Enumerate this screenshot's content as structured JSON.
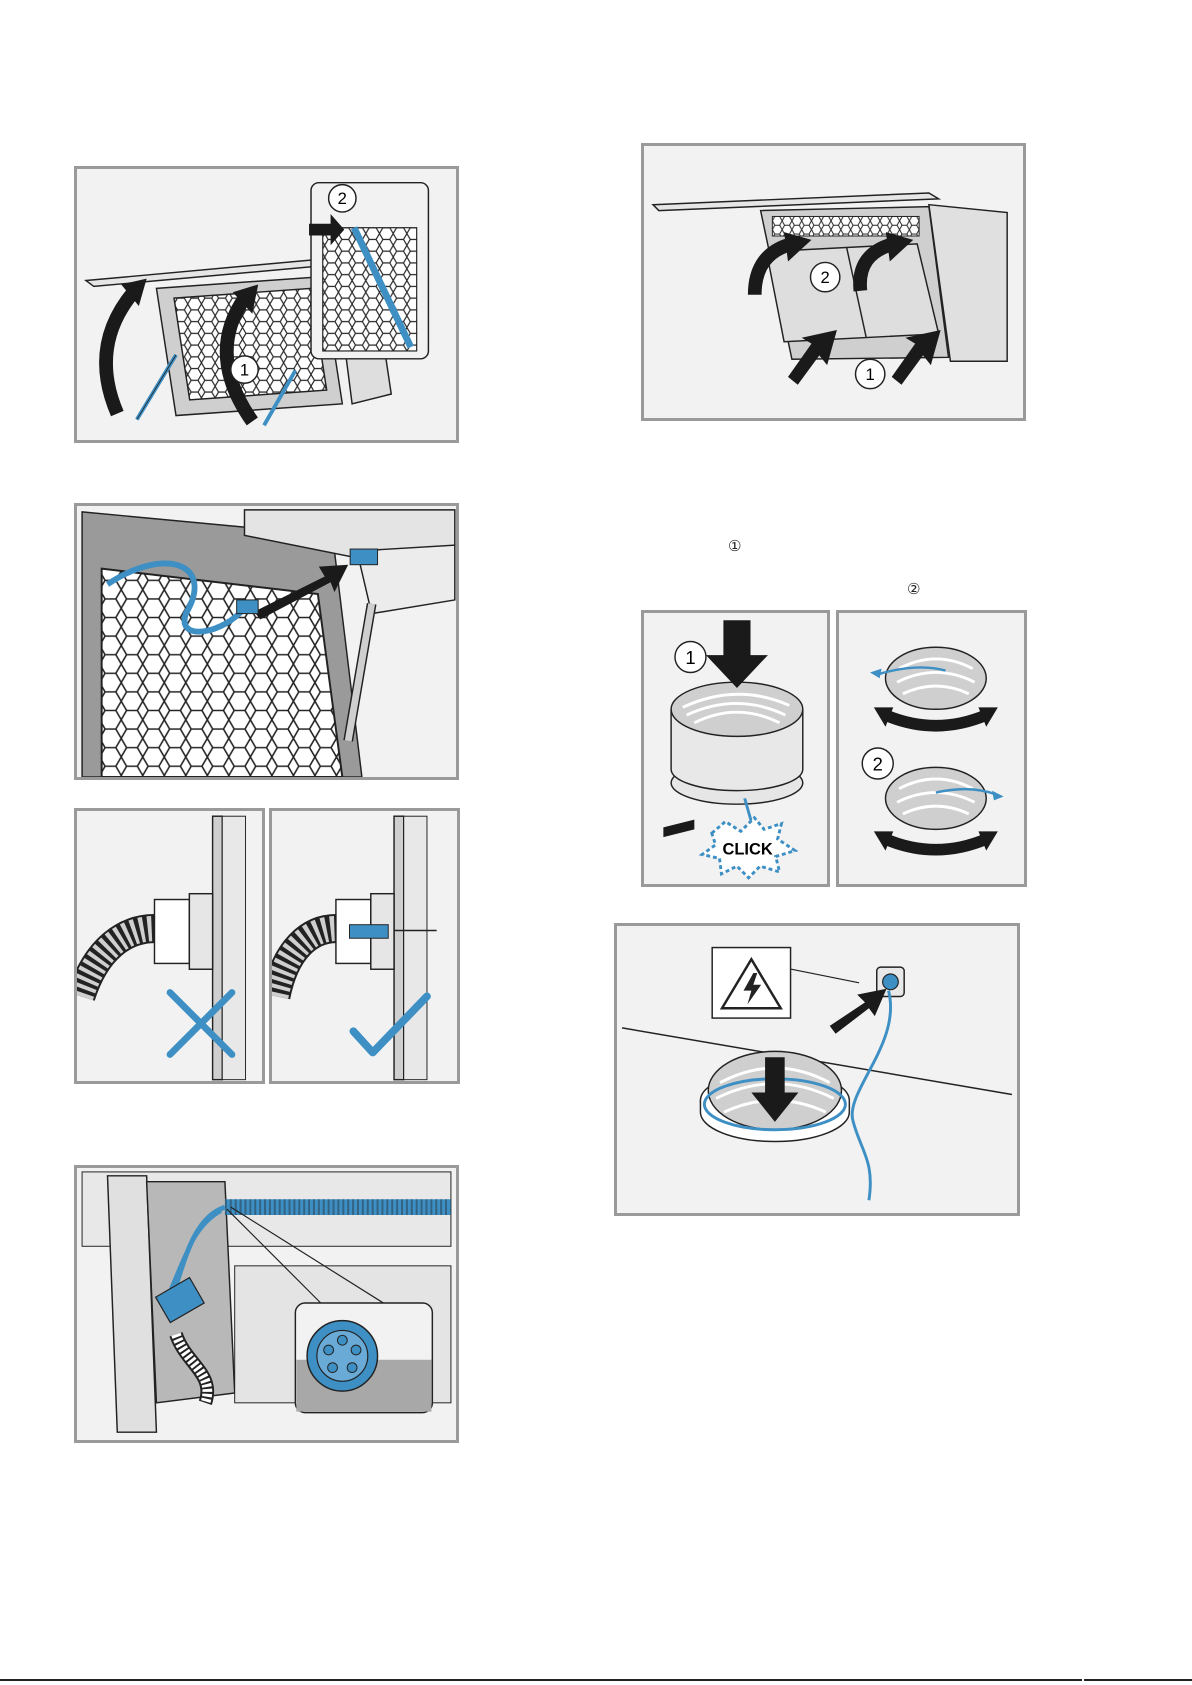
{
  "markers": {
    "step1": "①",
    "step2": "②"
  },
  "labels": {
    "one": "1",
    "two": "2",
    "click": "CLICK"
  },
  "colors": {
    "accent_blue": "#3d8fc4",
    "frame_gray": "#9a9a9a",
    "panel_bg": "#f2f2f2",
    "ink": "#1a1a1a"
  }
}
